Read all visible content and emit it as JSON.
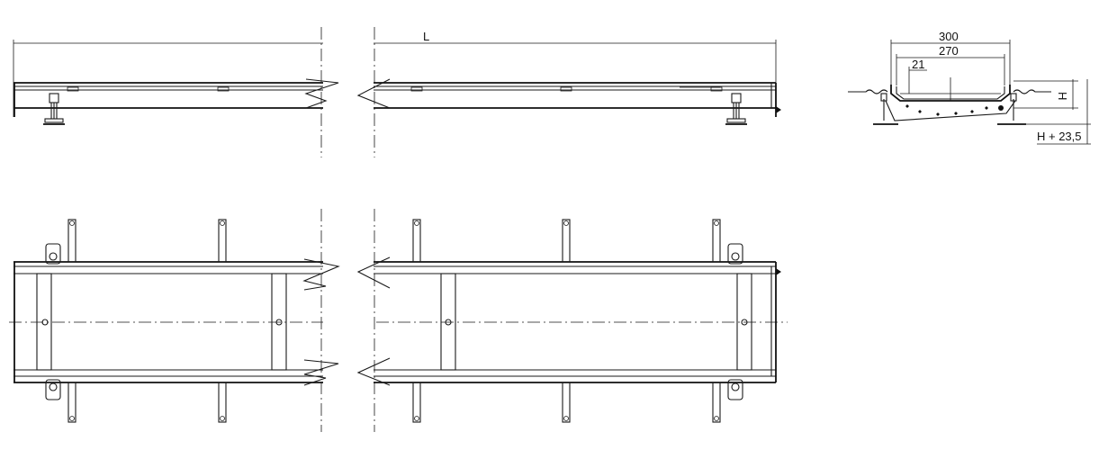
{
  "drawing": {
    "labels": {
      "length": "L",
      "width_outer": "300",
      "width_inner": "270",
      "offset": "21",
      "height": "H",
      "height_total": "H + 23,5"
    },
    "colors": {
      "line": "#1a1a1a",
      "background": "#ffffff"
    }
  }
}
